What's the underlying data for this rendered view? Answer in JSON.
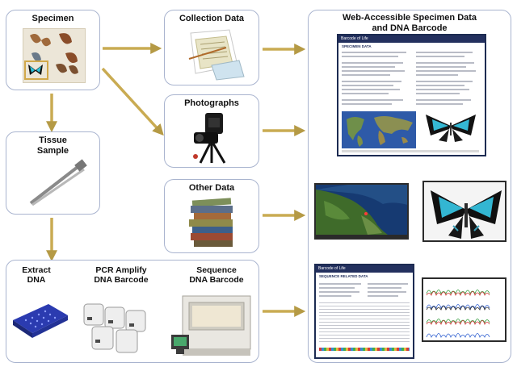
{
  "specimen": {
    "title": "Specimen"
  },
  "collection": {
    "title": "Collection Data"
  },
  "photographs": {
    "title": "Photographs"
  },
  "other": {
    "title": "Other Data"
  },
  "tissue": {
    "title": "Tissue\nSample"
  },
  "lab": {
    "extract": "Extract\nDNA",
    "pcr": "PCR Amplify\nDNA Barcode",
    "sequence": "Sequence\nDNA Barcode"
  },
  "web": {
    "title": "Web-Accessible Specimen Data\nand DNA Barcode",
    "site_name": "Barcode of Life",
    "record_heading": "SPECIMEN DATA",
    "sequence_heading": "SEQUENCE RELATED DATA"
  },
  "colors": {
    "arrow": "#c2a44e",
    "box_border": "#a9b4cf",
    "dark_arrow": "#1f3a6e"
  }
}
